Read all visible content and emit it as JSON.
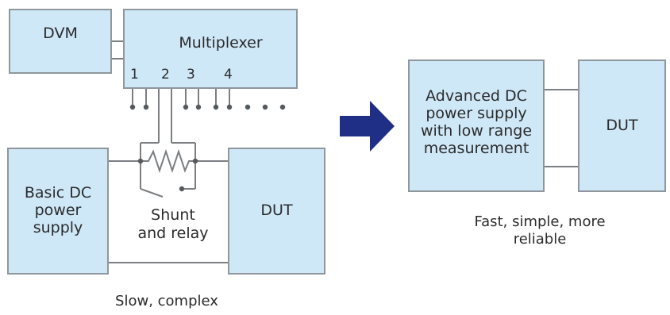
{
  "left": {
    "dvm_label": "DVM",
    "mux_label": "Multiplexer",
    "channels": [
      "1",
      "2",
      "3",
      "4"
    ],
    "basic_supply_lines": [
      "Basic DC",
      "power",
      "supply"
    ],
    "dut_label": "DUT",
    "shunt_lines": [
      "Shunt",
      "and relay"
    ],
    "caption": "Slow, complex"
  },
  "right": {
    "advanced_lines": [
      "Advanced DC",
      "power supply",
      "with low range",
      "measurement"
    ],
    "dut_label": "DUT",
    "caption_lines": [
      "Fast, simple, more",
      "reliable"
    ]
  },
  "colors": {
    "box_fill": "#cfe8f8",
    "box_border": "#8f979c",
    "wire": "#7b7f82",
    "arrow": "#1f2f86",
    "text": "#2b2b2b"
  }
}
